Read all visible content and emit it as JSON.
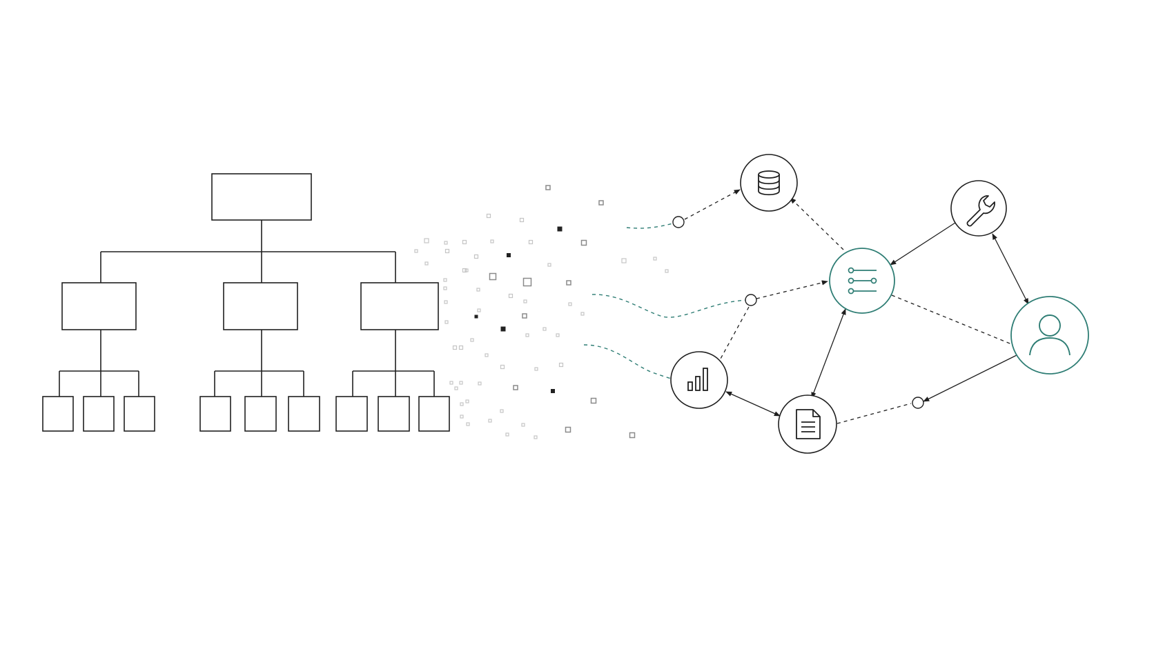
{
  "colors": {
    "background": "#ffffff",
    "stroke": "#1f1f1f",
    "accent": "#2e7d74",
    "accent_dashed": "#2e7d74",
    "particle_dark": "#222222",
    "particle_mid": "#8a8a8a",
    "particle_light": "#c4c4c4"
  },
  "hierarchy": {
    "levels": [
      1,
      3,
      9
    ],
    "children_per_parent": [
      3,
      3
    ]
  },
  "network": {
    "nodes": [
      {
        "id": "database",
        "icon": "database-icon",
        "style": "plain"
      },
      {
        "id": "settings",
        "icon": "settings-sliders-icon",
        "style": "accent"
      },
      {
        "id": "tools",
        "icon": "wrench-icon",
        "style": "plain"
      },
      {
        "id": "user",
        "icon": "user-icon",
        "style": "accent"
      },
      {
        "id": "analytics",
        "icon": "bar-chart-icon",
        "style": "plain"
      },
      {
        "id": "document",
        "icon": "document-icon",
        "style": "plain"
      }
    ],
    "edges": [
      {
        "from": "settings",
        "to": "database",
        "type": "dashed-arrow"
      },
      {
        "from": "tools",
        "to": "settings",
        "type": "arrow"
      },
      {
        "from": "settings",
        "to": "user",
        "type": "dashed"
      },
      {
        "from": "tools",
        "to": "user",
        "type": "double-arrow"
      },
      {
        "from": "settings",
        "to": "document",
        "type": "double-arrow"
      },
      {
        "from": "analytics",
        "to": "document",
        "type": "double-arrow"
      },
      {
        "from": "document",
        "to": "user",
        "type": "dashed-arrow-with-port"
      }
    ],
    "incoming_streams": 3
  }
}
